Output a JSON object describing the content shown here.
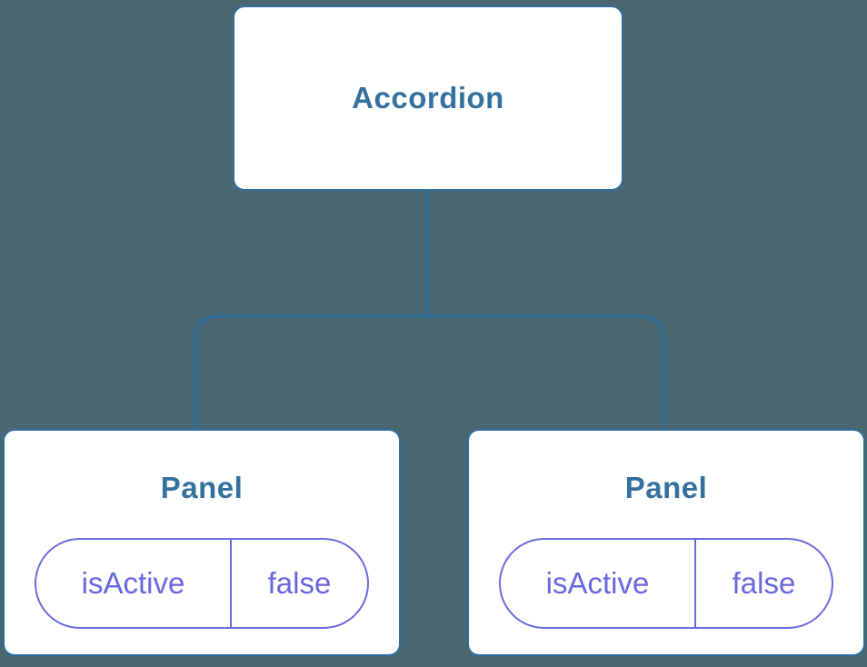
{
  "colors": {
    "background": "#4A6671",
    "line": "#2F6F9F",
    "box_fill": "#FFFFFF",
    "box_border": "#2F6F9F",
    "node_text": "#35719F",
    "pill_border": "#6B6BE0",
    "pill_text": "#6767DF"
  },
  "diagram": {
    "root": {
      "label": "Accordion"
    },
    "panels": [
      {
        "label": "Panel",
        "state": {
          "key": "isActive",
          "value": "false"
        }
      },
      {
        "label": "Panel",
        "state": {
          "key": "isActive",
          "value": "false"
        }
      }
    ]
  }
}
